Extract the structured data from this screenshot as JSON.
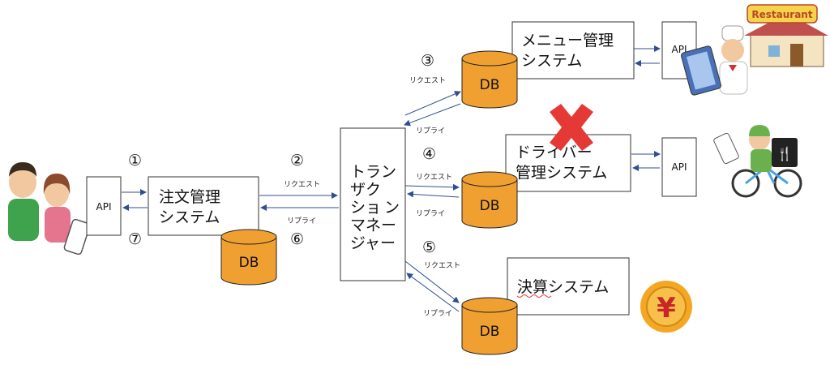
{
  "boxes": {
    "order_api": "API",
    "order_system": [
      "注文管理",
      "システム"
    ],
    "transaction_manager": [
      "トラン",
      "ザク",
      "ショ",
      "ン",
      "マネー",
      "ジャー"
    ],
    "menu_system": [
      "メニュー管理",
      "システム"
    ],
    "menu_api": "API",
    "driver_system": [
      "ドライバー",
      "管理システム"
    ],
    "driver_api": "API",
    "settlement_system": "決算システム"
  },
  "databases": {
    "order_db": "DB",
    "menu_db": "DB",
    "driver_db": "DB",
    "settlement_db": "DB"
  },
  "steps": {
    "s1": "①",
    "s2": "②",
    "s3": "③",
    "s4": "④",
    "s5": "⑤",
    "s6": "⑥",
    "s7": "⑦"
  },
  "arrow_labels": {
    "request": "リクエスト",
    "reply": "リプライ"
  },
  "icons": {
    "restaurant_sign": "Restaurant",
    "yen": "¥"
  },
  "colors": {
    "db_fill": "#f0a030",
    "db_stroke": "#222222",
    "arrow": "#2f4f8f",
    "cross": "#e53935",
    "yen_bg": "#f5a623",
    "yen_inner": "#c62828"
  }
}
